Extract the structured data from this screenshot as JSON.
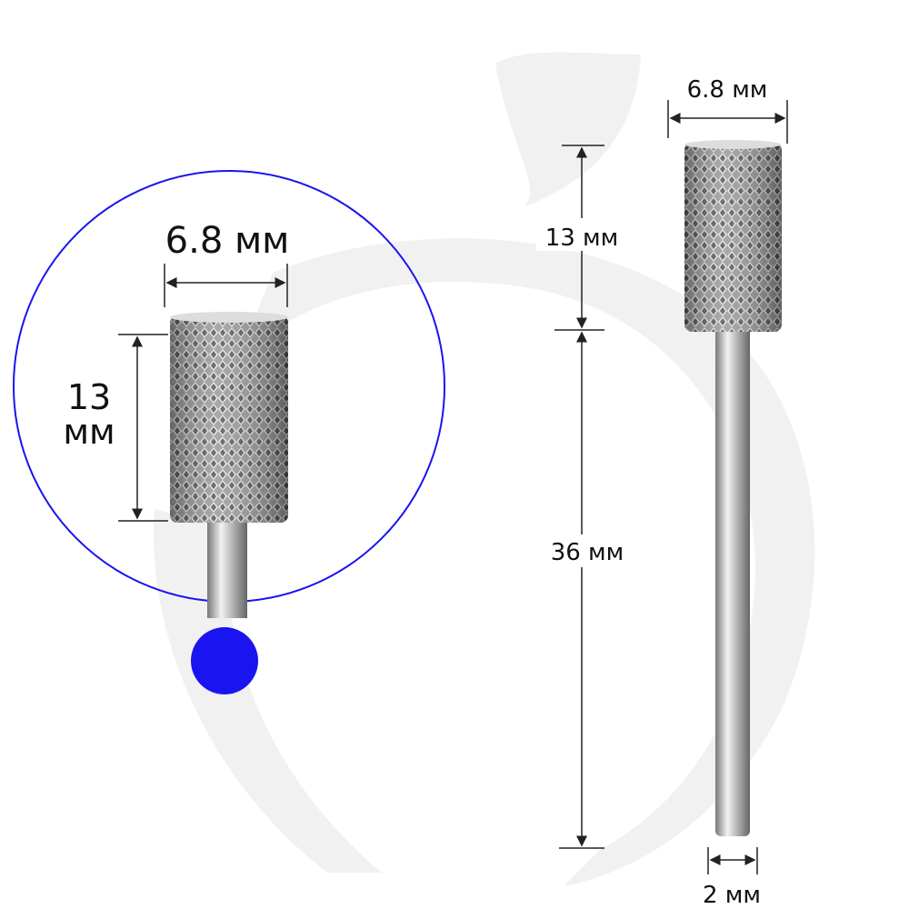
{
  "colors": {
    "accent": "#1a14f0",
    "watermark": "#f1f1f1",
    "text": "#111111"
  },
  "detail_view": {
    "diameter_label": "6.8 мм",
    "length_value": "13",
    "length_unit": "мм"
  },
  "full_view": {
    "head_diameter_label": "6.8 мм",
    "head_length_label": "13 мм",
    "shank_length_label": "36 мм",
    "shank_diameter_label": "2 мм"
  },
  "icons": {
    "marker": "blue-dot-icon",
    "watermark": "leaf-logo-icon"
  }
}
